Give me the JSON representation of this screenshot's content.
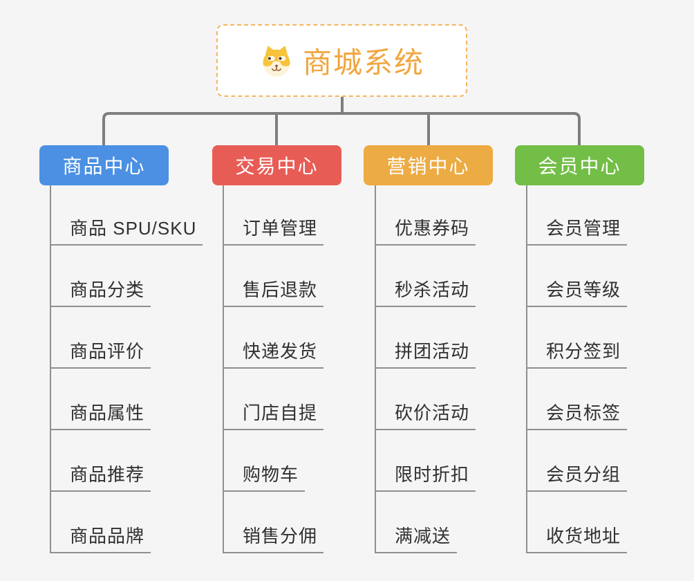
{
  "root": {
    "title": "商城系统",
    "icon": "dog-face-icon"
  },
  "branches": [
    {
      "id": "product-center",
      "label": "商品中心",
      "color": "#4b90e2",
      "items": [
        "商品 SPU/SKU",
        "商品分类",
        "商品评价",
        "商品属性",
        "商品推荐",
        "商品品牌"
      ]
    },
    {
      "id": "trade-center",
      "label": "交易中心",
      "color": "#e75d56",
      "items": [
        "订单管理",
        "售后退款",
        "快递发货",
        "门店自提",
        "购物车",
        "销售分佣"
      ]
    },
    {
      "id": "marketing-center",
      "label": "营销中心",
      "color": "#ecab43",
      "items": [
        "优惠券码",
        "秒杀活动",
        "拼团活动",
        "砍价活动",
        "限时折扣",
        "满减送"
      ]
    },
    {
      "id": "member-center",
      "label": "会员中心",
      "color": "#72be46",
      "items": [
        "会员管理",
        "会员等级",
        "积分签到",
        "会员标签",
        "会员分组",
        "收货地址"
      ]
    }
  ],
  "colors": {
    "background": "#f5f5f5",
    "root_border": "#f3b55f",
    "root_title": "#f0a63f",
    "connector": "#7e7e7e",
    "item_line": "#8f8f8f",
    "item_text": "#303030",
    "node_text": "#ffffff"
  }
}
